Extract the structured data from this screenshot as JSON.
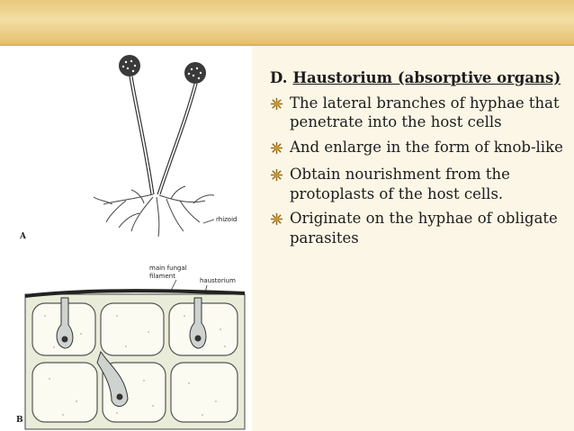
{
  "slide": {
    "heading_prefix": "D.",
    "heading_title": "Haustorium (absorptive organs)",
    "bullets": [
      "The lateral branches of hyphae that penetrate into the host cells",
      "And enlarge in the form of knob-like",
      "Obtain nourishment from the protoplasts of the host cells.",
      "Originate on the hyphae of obligate parasites"
    ]
  },
  "figure": {
    "label_a": "A",
    "label_b": "B",
    "label_rhizoid": "rhizoid",
    "label_main_fungal_1": "main fungal",
    "label_main_fungal_2": "filament",
    "label_haustorium": "haustorium"
  },
  "colors": {
    "banner": "#e9c97a",
    "bullet_icon": "#9a6a1a",
    "text": "#1c1c1c"
  },
  "icons": {
    "bullet": "starburst-bullet-icon"
  }
}
